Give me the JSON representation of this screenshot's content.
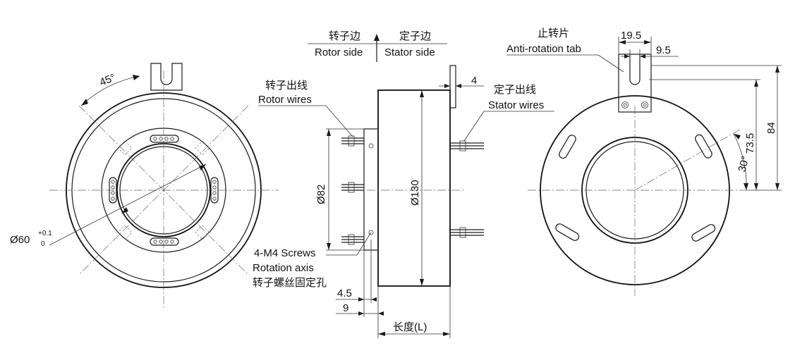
{
  "labels": {
    "rotor_side_cn": "转子边",
    "rotor_side_en": "Rotor side",
    "stator_side_cn": "定子边",
    "stator_side_en": "Stator side",
    "rotor_wires_cn": "转子出线",
    "rotor_wires_en": "Rotor wires",
    "stator_wires_cn": "定子出线",
    "stator_wires_en": "Stator wires",
    "anti_rotation_cn": "止转片",
    "anti_rotation_en": "Anti-rotation tab",
    "screws_en": "4-M4 Screws",
    "rotation_axis_en": "Rotation axis",
    "screw_holes_cn": "转子螺丝固定孔",
    "length_cn": "长度(L)"
  },
  "dimensions": {
    "angle_45": "45°",
    "bore": "Ø60",
    "bore_tol_upper": "+0.1",
    "bore_tol_lower": "0",
    "d82": "Ø82",
    "d130": "Ø130",
    "tab_thickness": "4",
    "offset_4_5": "4.5",
    "offset_9": "9",
    "tab_width": "19.5",
    "tab_slot": "9.5",
    "radius_73_5": "73.5",
    "angle_30": "30°",
    "height_84": "84"
  }
}
